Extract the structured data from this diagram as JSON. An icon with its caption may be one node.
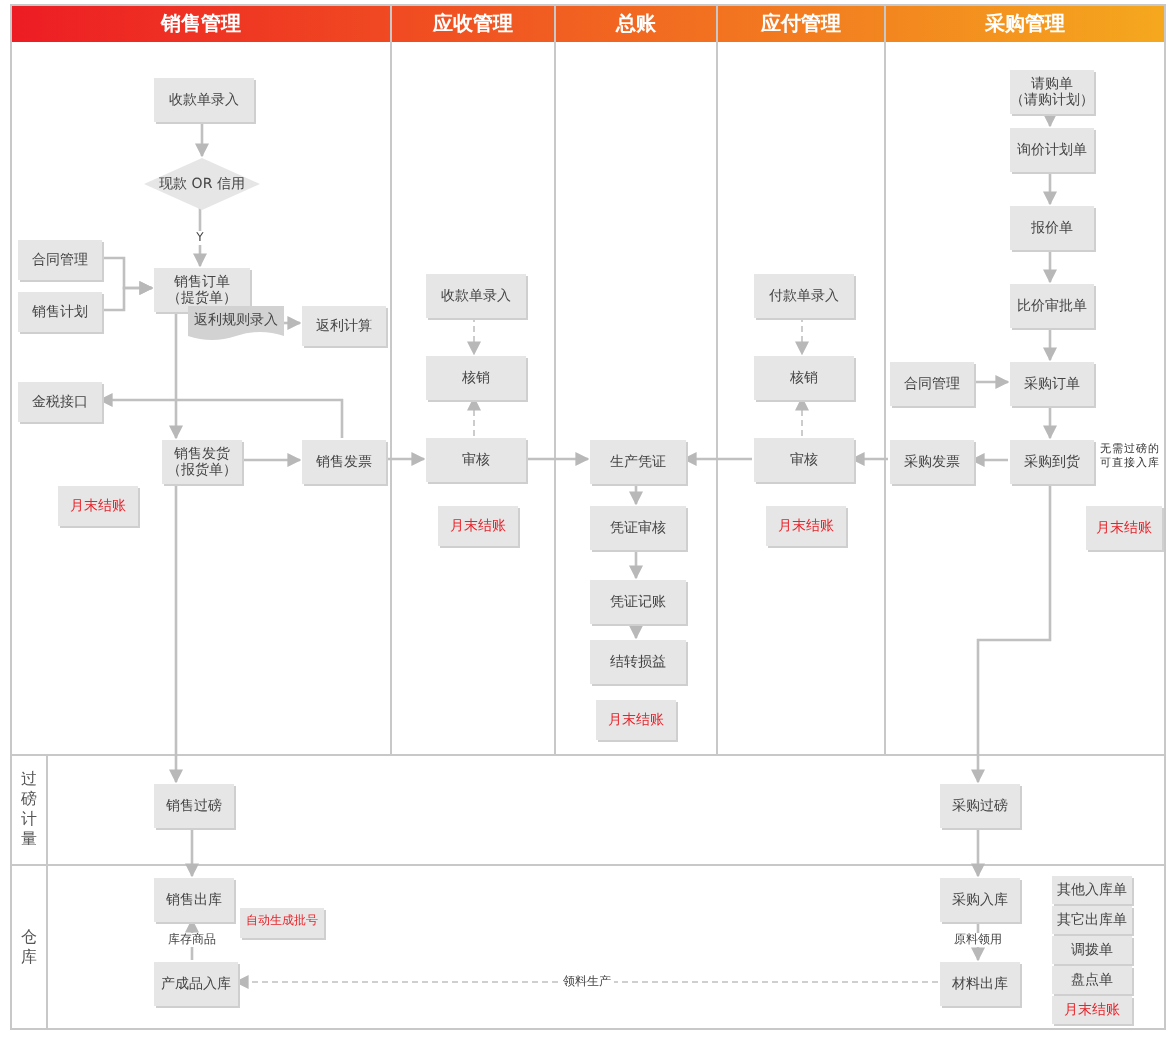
{
  "diagram": {
    "nodes": [
      {
        "text": [
          "销售管理"
        ]
      },
      {
        "text": [
          "应收管理"
        ]
      },
      {
        "text": [
          "总账"
        ]
      },
      {
        "text": [
          "应付管理"
        ]
      },
      {
        "text": [
          "采购管理"
        ]
      },
      {
        "text": [
          "过磅计量"
        ]
      },
      {
        "text": [
          "仓库"
        ]
      },
      {
        "text": [
          "收款单录入"
        ],
        "in": 0
      },
      {
        "text": [
          "现款 OR 信用"
        ],
        "in": 0
      },
      {
        "text": [
          "合同管理"
        ],
        "in": 0
      },
      {
        "text": [
          "销售计划"
        ],
        "in": 0
      },
      {
        "text": [
          "销售订单（提货单）"
        ],
        "in": 0
      },
      {
        "text": [
          "返利规则录入"
        ],
        "in": 0
      },
      {
        "text": [
          "返利计算"
        ],
        "in": 0
      },
      {
        "text": [
          "金税接口"
        ],
        "in": 0
      },
      {
        "text": [
          "销售发货（报货单）"
        ],
        "in": 0
      },
      {
        "text": [
          "销售发票"
        ],
        "in": 0
      },
      {
        "text": [
          "月末结账"
        ],
        "in": 0
      },
      {
        "text": [
          "收款单录入"
        ],
        "in": 1
      },
      {
        "text": [
          "核销"
        ],
        "in": 1
      },
      {
        "text": [
          "审核"
        ],
        "in": 1
      },
      {
        "text": [
          "月末结账"
        ],
        "in": 1
      },
      {
        "text": [
          "生产凭证"
        ],
        "in": 2
      },
      {
        "text": [
          "凭证审核"
        ],
        "in": 2
      },
      {
        "text": [
          "凭证记账"
        ],
        "in": 2
      },
      {
        "text": [
          "结转损益"
        ],
        "in": 2
      },
      {
        "text": [
          "月末结账"
        ],
        "in": 2
      },
      {
        "text": [
          "付款单录入"
        ],
        "in": 3
      },
      {
        "text": [
          "核销"
        ],
        "in": 3
      },
      {
        "text": [
          "审核"
        ],
        "in": 3
      },
      {
        "text": [
          "月末结账"
        ],
        "in": 3
      },
      {
        "text": [
          "请购单（请购计划）"
        ],
        "in": 4
      },
      {
        "text": [
          "询价计划单"
        ],
        "in": 4
      },
      {
        "text": [
          "报价单"
        ],
        "in": 4
      },
      {
        "text": [
          "比价审批单"
        ],
        "in": 4
      },
      {
        "text": [
          "合同管理"
        ],
        "in": 4
      },
      {
        "text": [
          "采购订单"
        ],
        "in": 4
      },
      {
        "text": [
          "采购发票"
        ],
        "in": 4
      },
      {
        "text": [
          "采购到货"
        ],
        "in": 4,
        "beside": [
          "无需过磅的可直接入库"
        ]
      },
      {
        "text": [
          "月末结账"
        ],
        "in": 4
      },
      {
        "text": [
          "销售过磅"
        ],
        "in": 5
      },
      {
        "text": [
          "采购过磅"
        ],
        "in": 5
      },
      {
        "text": [
          "销售出库"
        ],
        "in": 6
      },
      {
        "text": [
          "自动生成批号"
        ],
        "in": 6
      },
      {
        "text": [
          "产成品入库"
        ],
        "in": 6
      },
      {
        "text": [
          "采购入库"
        ],
        "in": 6
      },
      {
        "text": [
          "材料出库"
        ],
        "in": 6
      },
      {
        "text": [
          "其他入库单"
        ],
        "in": 6
      },
      {
        "text": [
          "其它出库单"
        ],
        "in": 6
      },
      {
        "text": [
          "调拨单"
        ],
        "in": 6
      },
      {
        "text": [
          "盘点单"
        ],
        "in": 6
      },
      {
        "text": [
          "月末结账"
        ],
        "in": 6
      }
    ],
    "edges": [
      {
        "from": 7,
        "to": 8,
        "arrow": "to"
      },
      {
        "from": 8,
        "to": 11,
        "arrow": "to",
        "label": "Y"
      },
      {
        "from": 9,
        "to": 11,
        "arrow": "to"
      },
      {
        "from": 10,
        "to": 11,
        "arrow": "to"
      },
      {
        "from": 12,
        "to": 13,
        "arrow": "to"
      },
      {
        "from": 11,
        "to": 15,
        "arrow": "to"
      },
      {
        "from": 15,
        "to": 16,
        "arrow": "to"
      },
      {
        "from": 16,
        "to": 14,
        "arrow": "to"
      },
      {
        "from": 16,
        "to": 20,
        "arrow": "to"
      },
      {
        "from": 18,
        "to": 19,
        "arrow": "to",
        "style": "dashed"
      },
      {
        "from": 20,
        "to": 19,
        "arrow": "to",
        "style": "dashed"
      },
      {
        "from": 20,
        "to": 22,
        "arrow": "to"
      },
      {
        "from": 29,
        "to": 22,
        "arrow": "to"
      },
      {
        "from": 37,
        "to": 29,
        "arrow": "to"
      },
      {
        "from": 38,
        "to": 37,
        "arrow": "to"
      },
      {
        "from": 22,
        "to": 23,
        "arrow": "to"
      },
      {
        "from": 23,
        "to": 24,
        "arrow": "to"
      },
      {
        "from": 24,
        "to": 25,
        "arrow": "to"
      },
      {
        "from": 27,
        "to": 28,
        "arrow": "to",
        "style": "dashed"
      },
      {
        "from": 29,
        "to": 28,
        "arrow": "to",
        "style": "dashed"
      },
      {
        "from": 31,
        "to": 32,
        "arrow": "to"
      },
      {
        "from": 32,
        "to": 33,
        "arrow": "to"
      },
      {
        "from": 33,
        "to": 34,
        "arrow": "to"
      },
      {
        "from": 34,
        "to": 36,
        "arrow": "to"
      },
      {
        "from": 35,
        "to": 36,
        "arrow": "to"
      },
      {
        "from": 36,
        "to": 38,
        "arrow": "to"
      },
      {
        "from": 15,
        "to": 40,
        "arrow": "to"
      },
      {
        "from": 40,
        "to": 42,
        "arrow": "to"
      },
      {
        "from": 44,
        "to": 42,
        "arrow": "to",
        "label": "库存商品"
      },
      {
        "from": 38,
        "to": 41,
        "arrow": "to"
      },
      {
        "from": 41,
        "to": 45,
        "arrow": "to"
      },
      {
        "from": 45,
        "to": 46,
        "arrow": "to",
        "label": "原料领用"
      },
      {
        "from": 46,
        "to": 44,
        "arrow": "to",
        "style": "dashed",
        "label": "领料生产"
      }
    ]
  }
}
